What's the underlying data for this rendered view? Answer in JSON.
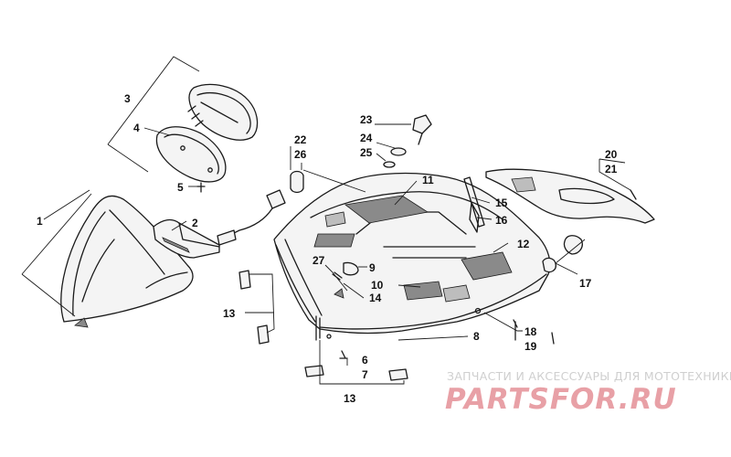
{
  "callouts": {
    "c1": "1",
    "c2": "2",
    "c3": "3",
    "c4": "4",
    "c5": "5",
    "c6": "6",
    "c7": "7",
    "c8": "8",
    "c9": "9",
    "c10": "10",
    "c11": "11",
    "c12": "12",
    "c13a": "13",
    "c13b": "13",
    "c14": "14",
    "c15": "15",
    "c16": "16",
    "c17": "17",
    "c18": "18",
    "c19": "19",
    "c20": "20",
    "c21": "21",
    "c22": "22",
    "c23": "23",
    "c24": "24",
    "c25": "25",
    "c26": "26",
    "c27": "27"
  },
  "watermark": {
    "caption": "ЗАПЧАСТИ И АКСЕССУАРЫ ДЛЯ МОТОТЕХНИКИ",
    "logo": "PARTSFOR.RU"
  },
  "colors": {
    "line": "#1a1a1a",
    "watermark_logo": "#e8a0a6",
    "watermark_caption": "#cfcfcf"
  }
}
